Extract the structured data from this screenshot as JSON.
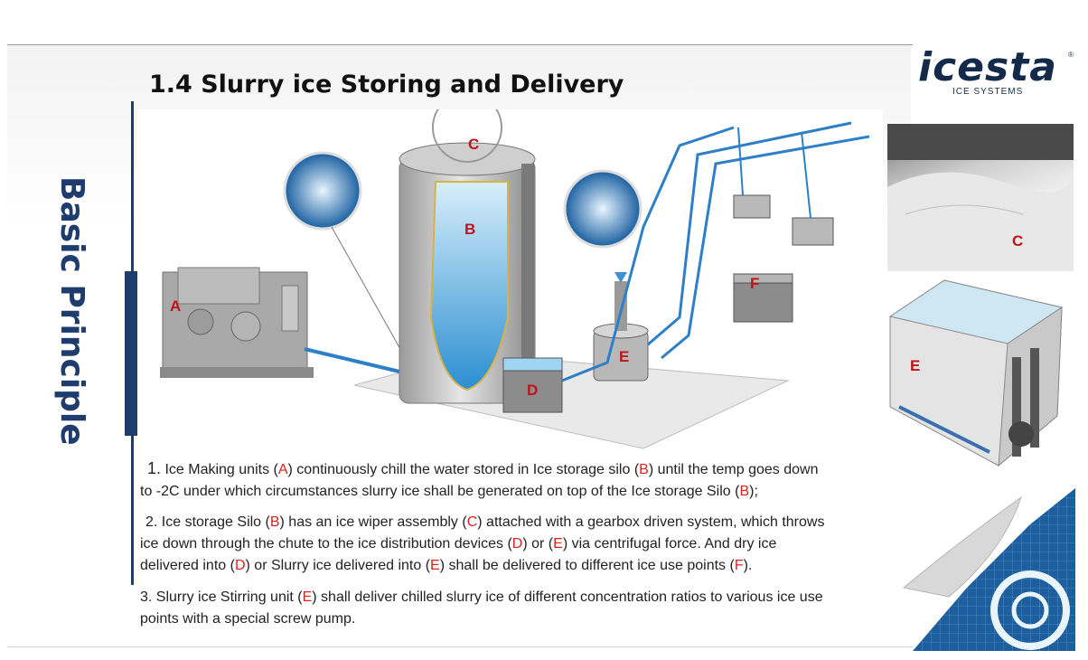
{
  "side_title": "Basic Principle",
  "title": "1.4 Slurry ice Storing and Delivery",
  "logo": {
    "word": "icesta",
    "reg": "®",
    "sub": "ICE SYSTEMS"
  },
  "diagram_labels": {
    "a": "A",
    "b": "B",
    "c": "C",
    "d": "D",
    "e": "E",
    "f": "F"
  },
  "photo_labels": {
    "c": "C",
    "e": "E"
  },
  "p1": {
    "num": "1.",
    "t1": " Ice Making units (",
    "a": "A",
    "t2": ") continuously chill the water stored in Ice storage silo (",
    "b": "B",
    "t3": ") until the temp goes down",
    "line2": "to -2C under which circumstances slurry ice shall be generated on top of the Ice storage Silo (",
    "b2": "B",
    "t4": ");"
  },
  "p2": {
    "t1": "2.  Ice storage Silo  (",
    "b": "B",
    "t2": ") has an ice wiper assembly (",
    "c": "C",
    "t3": ") attached with a gearbox driven system, which throws",
    "t4": "ice down through the chute to the ice distribution devices (",
    "d": "D",
    "t5": ") or (",
    "e": "E",
    "t6": ") via centrifugal force. And dry ice",
    "t7": "delivered into (",
    "d2": "D",
    "t8": ") or Slurry ice delivered into (",
    "e2": "E",
    "t9": ") shall be delivered to different ice use points (",
    "f": "F",
    "t10": ")."
  },
  "p3": {
    "t1": "3.  Slurry ice Stirring unit (",
    "e": "E",
    "t2": ") shall deliver chilled slurry ice of different concentration ratios to various ice use",
    "t3": "points with a special screw pump."
  }
}
